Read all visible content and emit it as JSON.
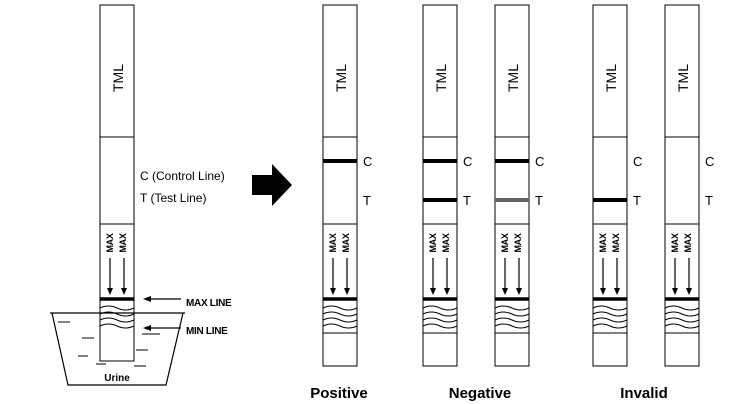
{
  "strip_label": "TML",
  "max_label": "MAX",
  "marker_c": "C",
  "marker_t": "T",
  "legend": {
    "control": "C (Control Line)",
    "test": "T (Test Line)"
  },
  "cup": {
    "max_line_label": "MAX LINE",
    "min_line_label": "MIN LINE",
    "liquid_label": "Urine"
  },
  "results": {
    "positive": "Positive",
    "negative": "Negative",
    "invalid": "Invalid"
  },
  "colors": {
    "line": "#000000",
    "faint_test_line": "#666666",
    "background": "#ffffff"
  }
}
